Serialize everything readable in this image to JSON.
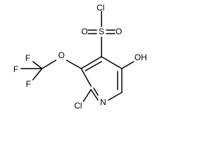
{
  "molecule": {
    "atoms": {
      "cl_sulfonyl": "Cl",
      "sulfur": "S",
      "oxygen_left": "O",
      "oxygen_right": "O",
      "oxygen_ether": "O",
      "fluorine_top": "F",
      "fluorine_left": "F",
      "fluorine_bottom": "F",
      "hydroxyl": "OH",
      "cl_ring": "Cl",
      "nitrogen": "N"
    }
  }
}
